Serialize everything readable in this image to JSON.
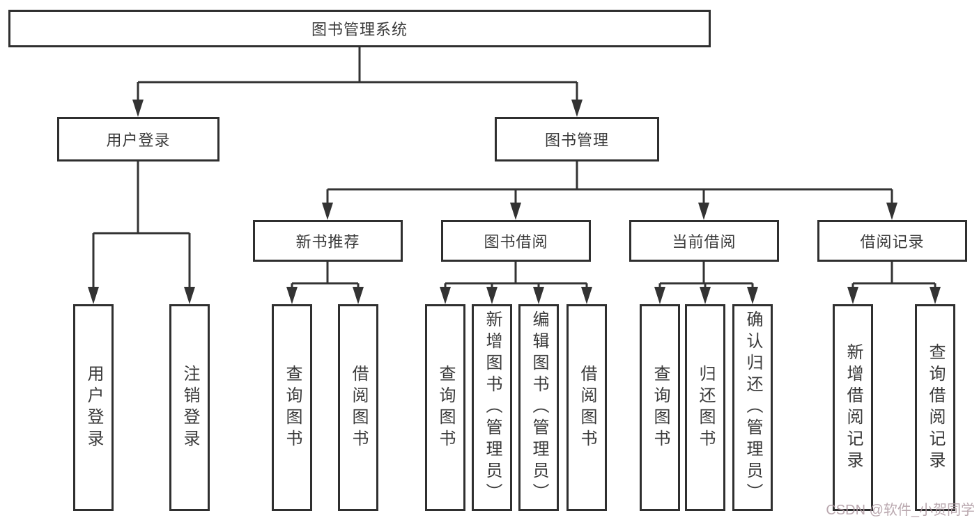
{
  "tree": {
    "root": {
      "label": "图书管理系统"
    },
    "branches": [
      {
        "label": "用户登录",
        "leaves": [
          {
            "label": "用户登录"
          },
          {
            "label": "注销登录"
          }
        ]
      },
      {
        "label": "图书管理",
        "groups": [
          {
            "label": "新书推荐",
            "leaves": [
              {
                "label": "查询图书"
              },
              {
                "label": "借阅图书"
              }
            ]
          },
          {
            "label": "图书借阅",
            "leaves": [
              {
                "label": "查询图书"
              },
              {
                "label": "新增图书（管理员）"
              },
              {
                "label": "编辑图书（管理员）"
              },
              {
                "label": "借阅图书"
              }
            ]
          },
          {
            "label": "当前借阅",
            "leaves": [
              {
                "label": "查询图书"
              },
              {
                "label": "归还图书"
              },
              {
                "label": "确认归还（管理员）"
              }
            ]
          },
          {
            "label": "借阅记录",
            "leaves": [
              {
                "label": "新增借阅记录"
              },
              {
                "label": "查询借阅记录"
              }
            ]
          }
        ]
      }
    ]
  },
  "watermark": {
    "text": "CSDN @软件_小贺同学"
  },
  "colors": {
    "line": "#333333",
    "box_border": "#2f2f2f",
    "text": "#3a3a3a",
    "background": "#ffffff",
    "watermark": "#ad98a0"
  }
}
